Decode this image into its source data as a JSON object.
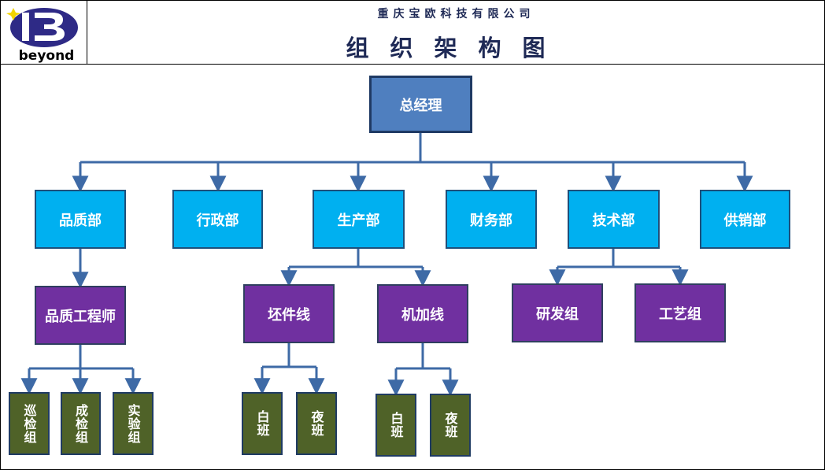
{
  "header": {
    "logo_text": "beyond",
    "company": "重庆宝欧科技有限公司",
    "title": "组织架构图"
  },
  "colors": {
    "root": "#4f7fbf",
    "department": "#00b0f0",
    "group": "#7030a0",
    "team": "#4f6228",
    "connector": "#3e6aa6",
    "title_text": "#1f2a56"
  },
  "org": {
    "root": "总经理",
    "departments": [
      "品质部",
      "行政部",
      "生产部",
      "财务部",
      "技术部",
      "供销部"
    ],
    "quality_groups": [
      "品质工程师"
    ],
    "quality_teams": [
      "巡检组",
      "成检组",
      "实验组"
    ],
    "production_groups": [
      "坯件线",
      "机加线"
    ],
    "blank_line_shifts": [
      "白班",
      "夜班"
    ],
    "machining_line_shifts": [
      "白班",
      "夜班"
    ],
    "tech_groups": [
      "研发组",
      "工艺组"
    ]
  }
}
